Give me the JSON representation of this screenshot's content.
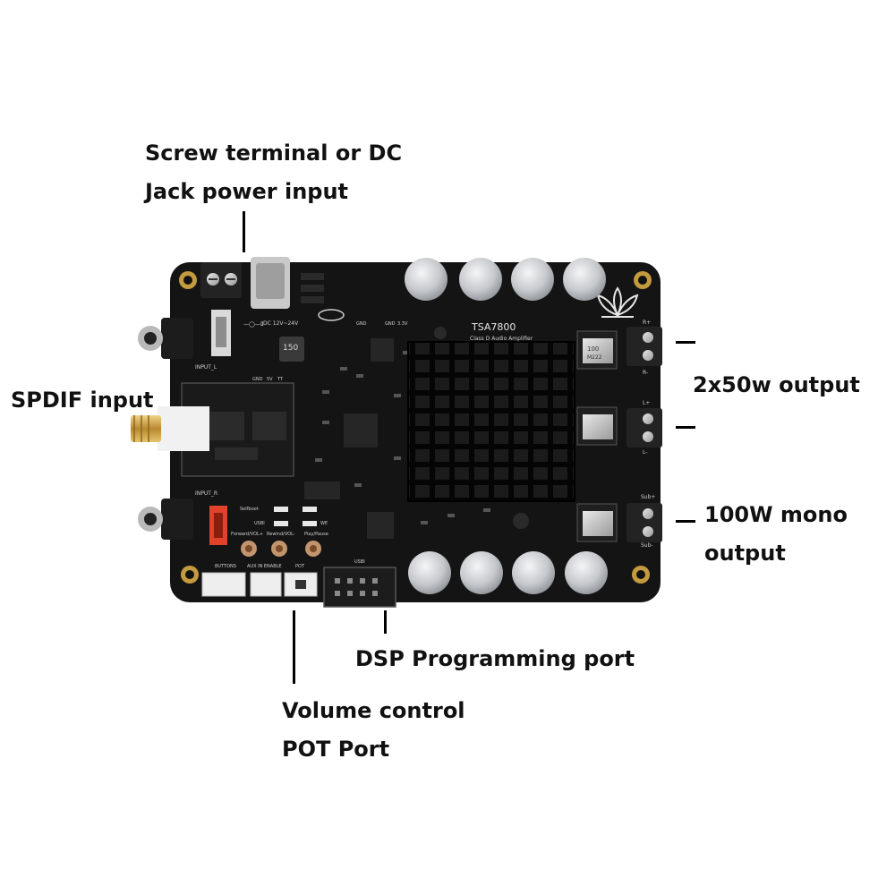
{
  "callouts": {
    "power_input": [
      "Screw terminal or DC",
      "Jack power input"
    ],
    "spdif_input": [
      "SPDIF input"
    ],
    "stereo_output": [
      "2x50w output"
    ],
    "mono_output": [
      "100W mono",
      "output"
    ],
    "dsp_port": [
      "DSP Programming port"
    ],
    "volume_pot": [
      "Volume control",
      "POT Port"
    ]
  },
  "silkscreen": {
    "model": "TSA7800",
    "subtitle": "Class D Audio Amplifier",
    "dc_label": "DC 12V~24V",
    "input_l": "INPUT_L",
    "input_r": "INPUT_R",
    "inductor": "150",
    "gnd_a": "GND",
    "gnd_b": "GND",
    "v33": "3.3V",
    "spdif_gnd": "GND",
    "spdif_5v": "5V",
    "spdif_tt": "TT",
    "rp": "R+",
    "rm": "R-",
    "lp": "L+",
    "lm": "L-",
    "subp": "Sub+",
    "subm": "Sub-",
    "selfboot": "Selfboot",
    "usbi_a": "USBI",
    "we": "WE",
    "btn_fwd": "Forward/VOL+",
    "btn_rew": "Rewind/VOL-",
    "btn_play": "Play/Pause",
    "buttons": "BUTTONS",
    "aux_enable": "AUX IN ENABLE",
    "pot": "POT",
    "usbi_b": "USBI",
    "coil": "100",
    "coil_code": "M222"
  },
  "colors": {
    "board": "#141414",
    "heatsink": "#0c0c0c",
    "capacitor": "#c9ccd0",
    "rca_gold": "#c9a24a",
    "connector_white": "#eeeeee",
    "terminal_black": "#232323"
  }
}
